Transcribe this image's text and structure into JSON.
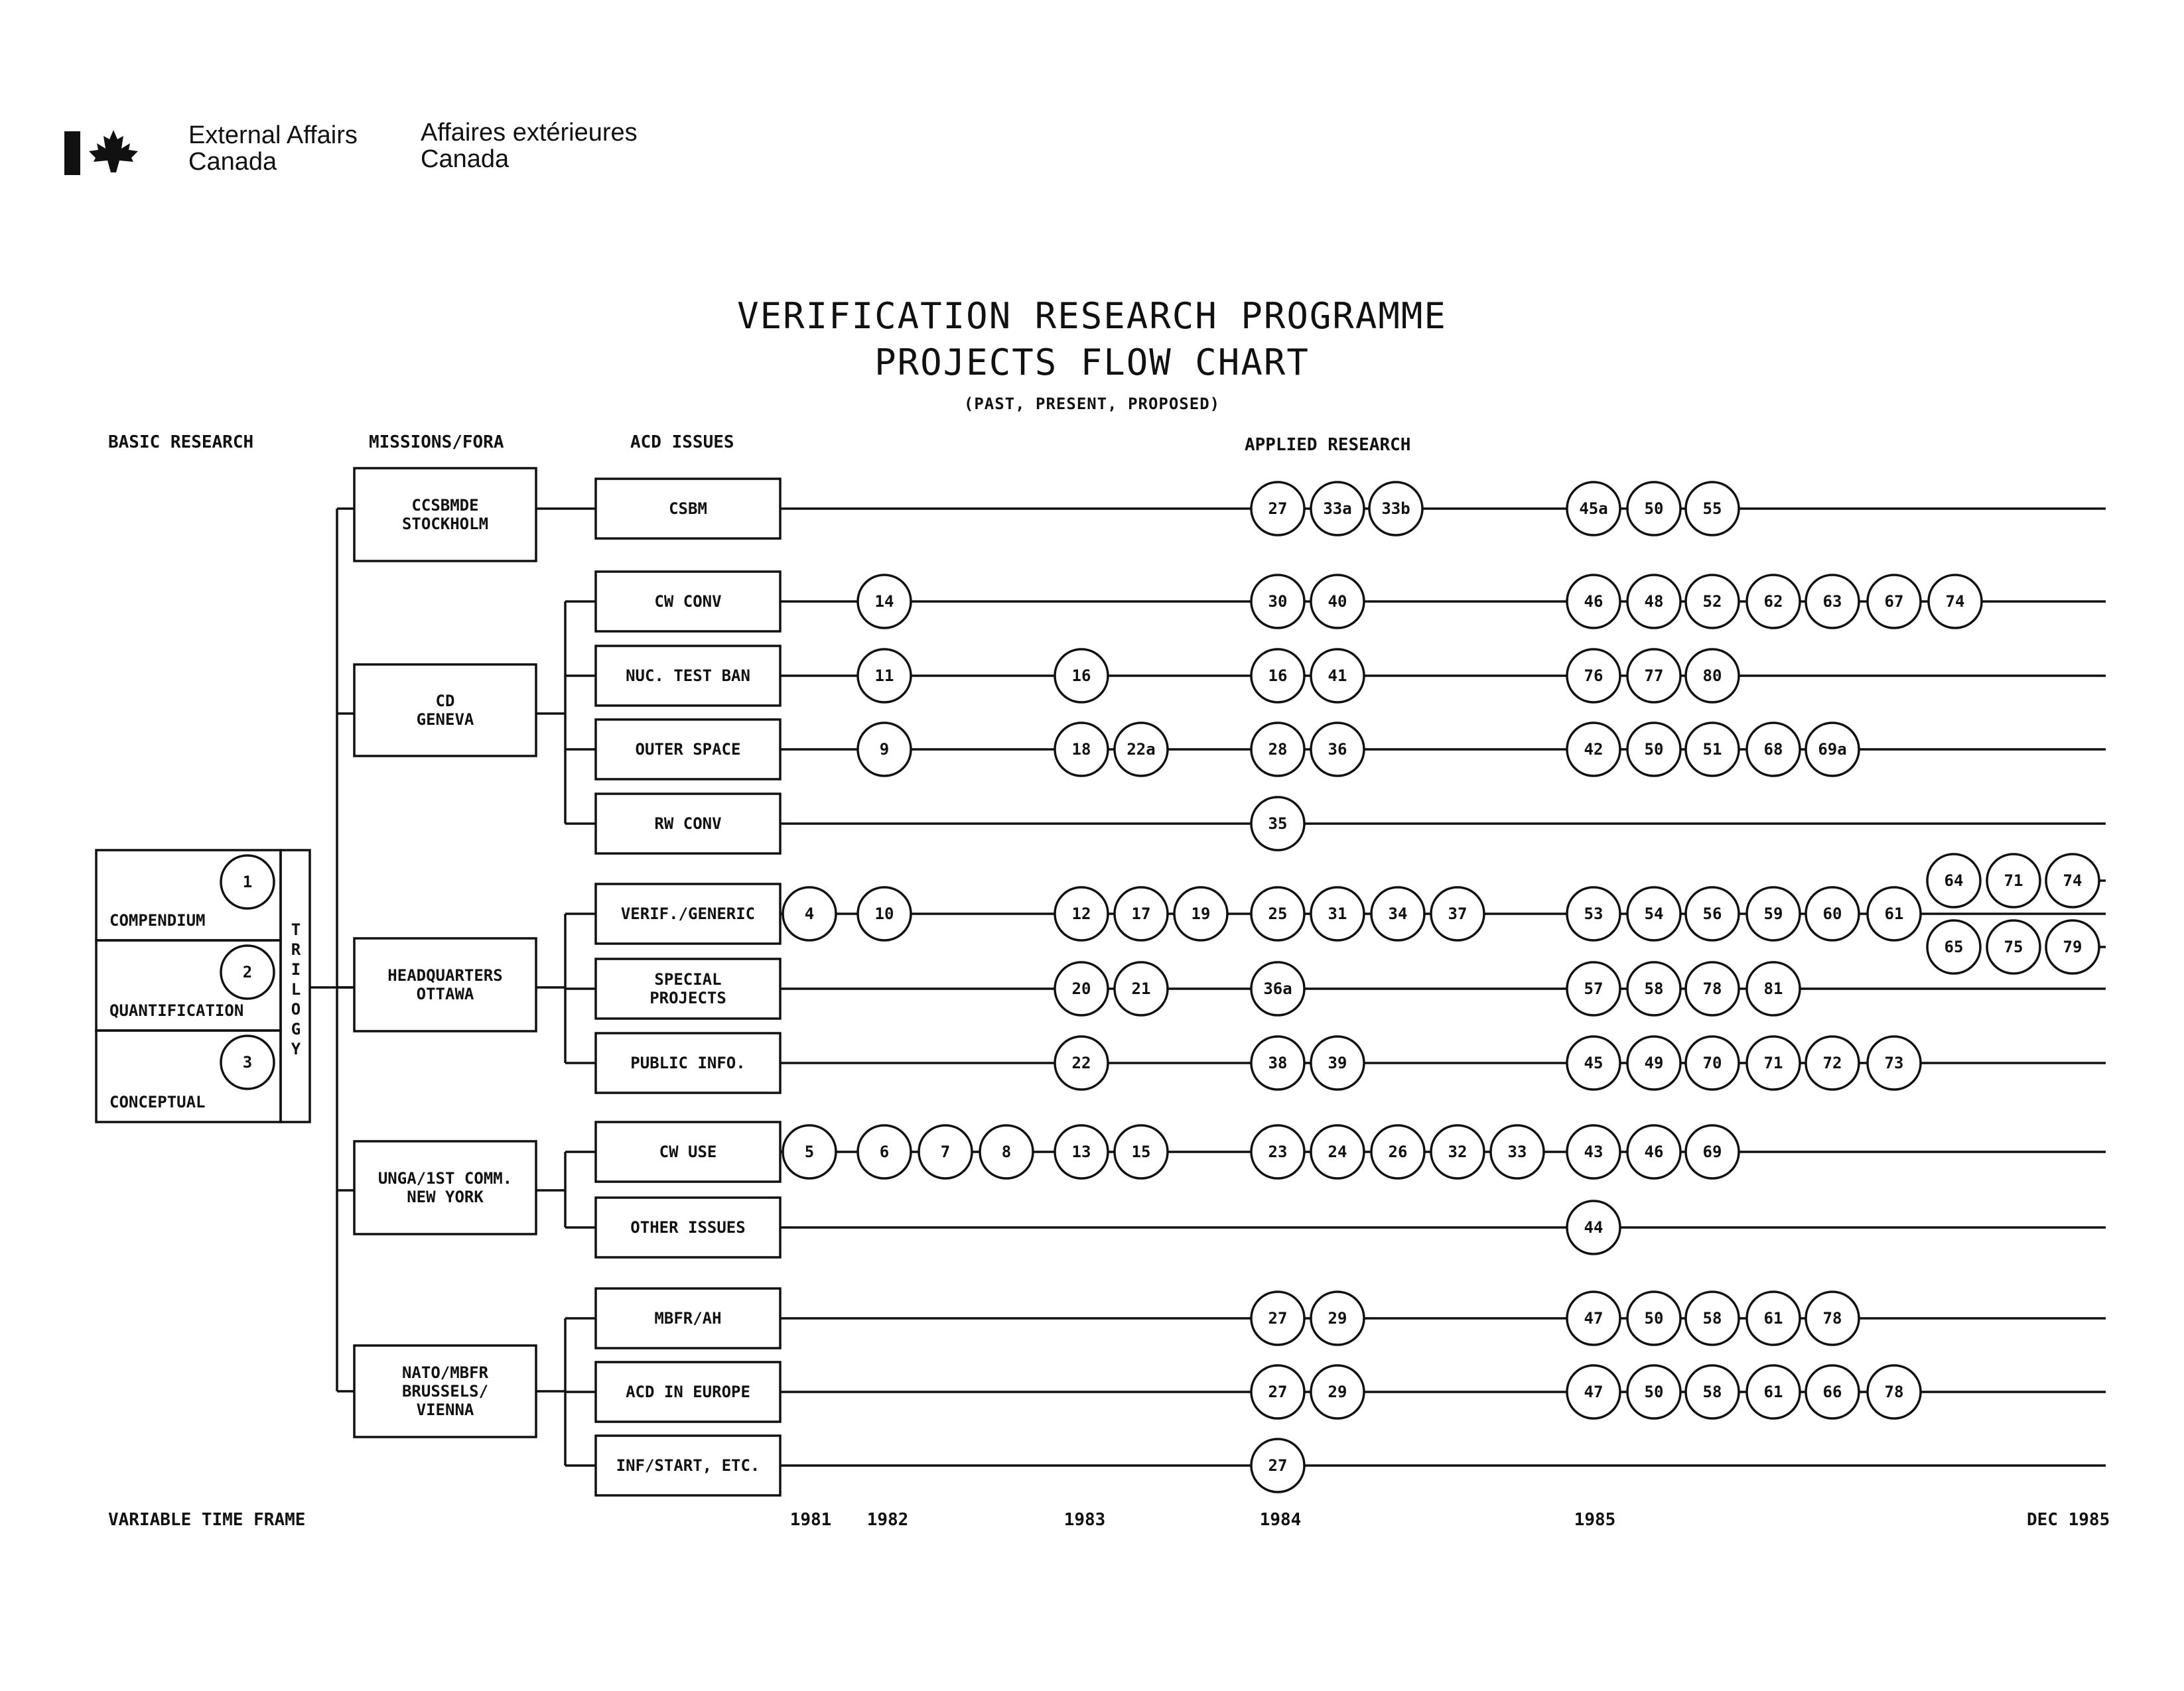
{
  "letterhead": {
    "department_en": [
      "External Affairs",
      "Canada"
    ],
    "department_fr": [
      "Affaires extérieures",
      "Canada"
    ],
    "logo_icon": "canada-wordmark-flag-icon"
  },
  "title": {
    "line1": "VERIFICATION RESEARCH PROGRAMME",
    "line2": "PROJECTS FLOW CHART",
    "line3": "(PAST, PRESENT, PROPOSED)"
  },
  "column_headers": {
    "basic_research": "BASIC RESEARCH",
    "missions_fora": "MISSIONS/FORA",
    "acd_issues": "ACD ISSUES",
    "applied_research": "APPLIED RESEARCH"
  },
  "basic_research": {
    "items": [
      {
        "label": "COMPENDIUM",
        "number": "1"
      },
      {
        "label": "QUANTIFICATION",
        "number": "2"
      },
      {
        "label": "CONCEPTUAL",
        "number": "3"
      }
    ],
    "group_label": "TRILOGY"
  },
  "missions": [
    {
      "label": [
        "CCSBMDE",
        "STOCKHOLM"
      ]
    },
    {
      "label": [
        "CD",
        "GENEVA"
      ]
    },
    {
      "label": [
        "HEADQUARTERS",
        "OTTAWA"
      ]
    },
    {
      "label": [
        "UNGA/1ST COMM.",
        "NEW YORK"
      ]
    },
    {
      "label": [
        "NATO/MBFR",
        "BRUSSELS/",
        "VIENNA"
      ]
    }
  ],
  "issues": [
    {
      "label": [
        "CSBM"
      ],
      "mission": 0,
      "projects": [
        "27",
        "33a",
        "33b",
        "45a",
        "50",
        "55"
      ]
    },
    {
      "label": [
        "CW CONV"
      ],
      "mission": 1,
      "projects": [
        "14",
        "30",
        "40",
        "46",
        "48",
        "52",
        "62",
        "63",
        "67",
        "74"
      ]
    },
    {
      "label": [
        "NUC. TEST BAN"
      ],
      "mission": 1,
      "projects": [
        "11",
        "16",
        "16",
        "41",
        "76",
        "77",
        "80"
      ]
    },
    {
      "label": [
        "OUTER SPACE"
      ],
      "mission": 1,
      "projects": [
        "9",
        "18",
        "22a",
        "28",
        "36",
        "42",
        "50",
        "51",
        "68",
        "69a"
      ]
    },
    {
      "label": [
        "RW CONV"
      ],
      "mission": 1,
      "projects": [
        "35"
      ]
    },
    {
      "label": [
        "VERIF./GENERIC"
      ],
      "mission": 2,
      "projects": [
        "4",
        "10",
        "12",
        "17",
        "19",
        "25",
        "31",
        "34",
        "37",
        "53",
        "54",
        "56",
        "59",
        "60",
        "61",
        "64",
        "71",
        "74",
        "65",
        "75",
        "79"
      ]
    },
    {
      "label": [
        "SPECIAL",
        "PROJECTS"
      ],
      "mission": 2,
      "projects": [
        "20",
        "21",
        "36a",
        "57",
        "58",
        "78",
        "81"
      ]
    },
    {
      "label": [
        "PUBLIC INFO."
      ],
      "mission": 2,
      "projects": [
        "22",
        "38",
        "39",
        "45",
        "49",
        "70",
        "71",
        "72",
        "73"
      ]
    },
    {
      "label": [
        "CW USE"
      ],
      "mission": 3,
      "projects": [
        "5",
        "6",
        "7",
        "8",
        "13",
        "15",
        "23",
        "24",
        "26",
        "32",
        "33",
        "43",
        "46",
        "69"
      ]
    },
    {
      "label": [
        "OTHER ISSUES"
      ],
      "mission": 3,
      "projects": [
        "44"
      ]
    },
    {
      "label": [
        "MBFR/AH"
      ],
      "mission": 4,
      "projects": [
        "27",
        "29",
        "47",
        "50",
        "58",
        "61",
        "78"
      ]
    },
    {
      "label": [
        "ACD IN EUROPE"
      ],
      "mission": 4,
      "projects": [
        "27",
        "29",
        "47",
        "50",
        "58",
        "61",
        "66",
        "78"
      ]
    },
    {
      "label": [
        "INF/START, ETC."
      ],
      "mission": 4,
      "projects": [
        "27"
      ]
    }
  ],
  "timeline": {
    "variable_label": "VARIABLE TIME FRAME",
    "labels": [
      "1981",
      "1982",
      "1983",
      "1984",
      "1985",
      "DEC 1985"
    ]
  }
}
